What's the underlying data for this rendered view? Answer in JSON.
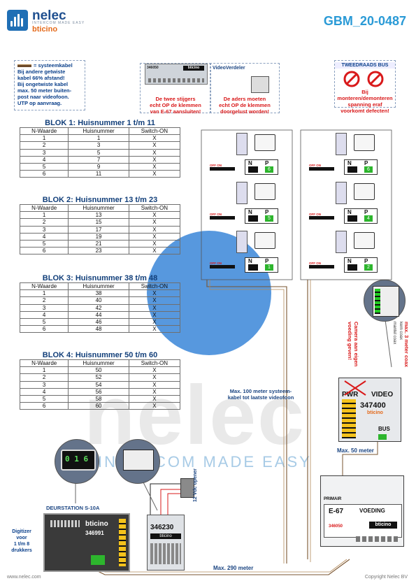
{
  "header": {
    "brand": "nelec",
    "brand_tagline": "INTERCOM MADE EASY",
    "brand_partner": "bticino",
    "doc_id": "GBM_20-0487"
  },
  "notes": {
    "legend_line": "= systeemkabel",
    "legend_lines": [
      "Bij andere getwiste",
      "kabel 66% afstand!",
      "Bij ongetwiste kabel",
      "max. 50 meter buiten-",
      "post naar videofoon.",
      "UTP op aanvraag."
    ],
    "module_code": "346050",
    "stijgers_note": [
      "De twee stijgers",
      "echt OP de klemmen",
      "van E-67 aansluiten!"
    ],
    "videoverdeler": "VideoVerdeler",
    "aders_note": [
      "De aders moeten",
      "echt OP de klemmen",
      "doorgelust worden!"
    ],
    "twee_draads_title": "TWEEDRAADS BUS",
    "twee_draads_note": [
      "Bij monteren/demonteren",
      "spanning eraf",
      "voorkomt defecten!"
    ]
  },
  "blocks": [
    {
      "title": "BLOK 1: Huisnummer 1 t/m 11",
      "headers": [
        "N-Waarde",
        "Huisnummer",
        "Switch-ON"
      ],
      "rows": [
        [
          "1",
          "1",
          "X"
        ],
        [
          "2",
          "3",
          "X"
        ],
        [
          "3",
          "5",
          "X"
        ],
        [
          "4",
          "7",
          "X"
        ],
        [
          "5",
          "9",
          "X"
        ],
        [
          "6",
          "11",
          "X"
        ]
      ]
    },
    {
      "title": "BLOK 2: Huisnummer 13 t/m 23",
      "headers": [
        "N-Waarde",
        "Huisnummer",
        "Switch-ON"
      ],
      "rows": [
        [
          "1",
          "13",
          "X"
        ],
        [
          "2",
          "15",
          "X"
        ],
        [
          "3",
          "17",
          "X"
        ],
        [
          "4",
          "19",
          "X"
        ],
        [
          "5",
          "21",
          "X"
        ],
        [
          "6",
          "23",
          "X"
        ]
      ]
    },
    {
      "title": "BLOK 3: Huisnummer 38 t/m 48",
      "headers": [
        "N-Waarde",
        "Huisnummer",
        "Switch-ON"
      ],
      "rows": [
        [
          "1",
          "38",
          "X"
        ],
        [
          "2",
          "40",
          "X"
        ],
        [
          "3",
          "42",
          "X"
        ],
        [
          "4",
          "44",
          "X"
        ],
        [
          "5",
          "46",
          "X"
        ],
        [
          "6",
          "48",
          "X"
        ]
      ]
    },
    {
      "title": "BLOK 4: Huisnummer 50 t/m 60",
      "headers": [
        "N-Waarde",
        "Huisnummer",
        "Switch-ON"
      ],
      "rows": [
        [
          "1",
          "50",
          "X"
        ],
        [
          "2",
          "52",
          "X"
        ],
        [
          "3",
          "54",
          "X"
        ],
        [
          "4",
          "56",
          "X"
        ],
        [
          "5",
          "58",
          "X"
        ],
        [
          "6",
          "60",
          "X"
        ]
      ]
    }
  ],
  "diagram": {
    "max_100": [
      "Max. 100 meter systeem-",
      "kabel tot laatste videofoon"
    ],
    "max_50": "Max. 50 meter",
    "max_290": "Max. 290 meter",
    "camera_note": [
      "Camera aan eigen",
      "voeding geven!"
    ],
    "coax_note": [
      "max. 3 meter coax",
      "kern coax",
      "mantel coax"
    ],
    "module_347400": "347400",
    "pwr": "PWR",
    "video": "VIDEO",
    "bus": "BUS",
    "voeding_primair": "PRIMAIR",
    "voeding_e67": "E-67",
    "voeding_label": "VOEDING",
    "voeding_code": "346050",
    "deurstation": "DEURSTATION S-10A",
    "deurstation_code": "346991",
    "digitizer": [
      "Digitizer",
      "voor",
      "1 t/m 8",
      "drukkers"
    ],
    "module_346230": "346230",
    "opener": "12 Vdc opener",
    "digits_left": "0 1 6",
    "np_n": "N",
    "np_p": "P",
    "off_on": "OFF ON",
    "np_values": [
      "6",
      "5",
      "1",
      "6",
      "4",
      "2"
    ]
  },
  "watermark": {
    "big": "nelec",
    "sub": "INTERCOM MADE EASY"
  },
  "footer": {
    "left": "www.nelec.com",
    "right": "Copyright Nelec BV"
  }
}
